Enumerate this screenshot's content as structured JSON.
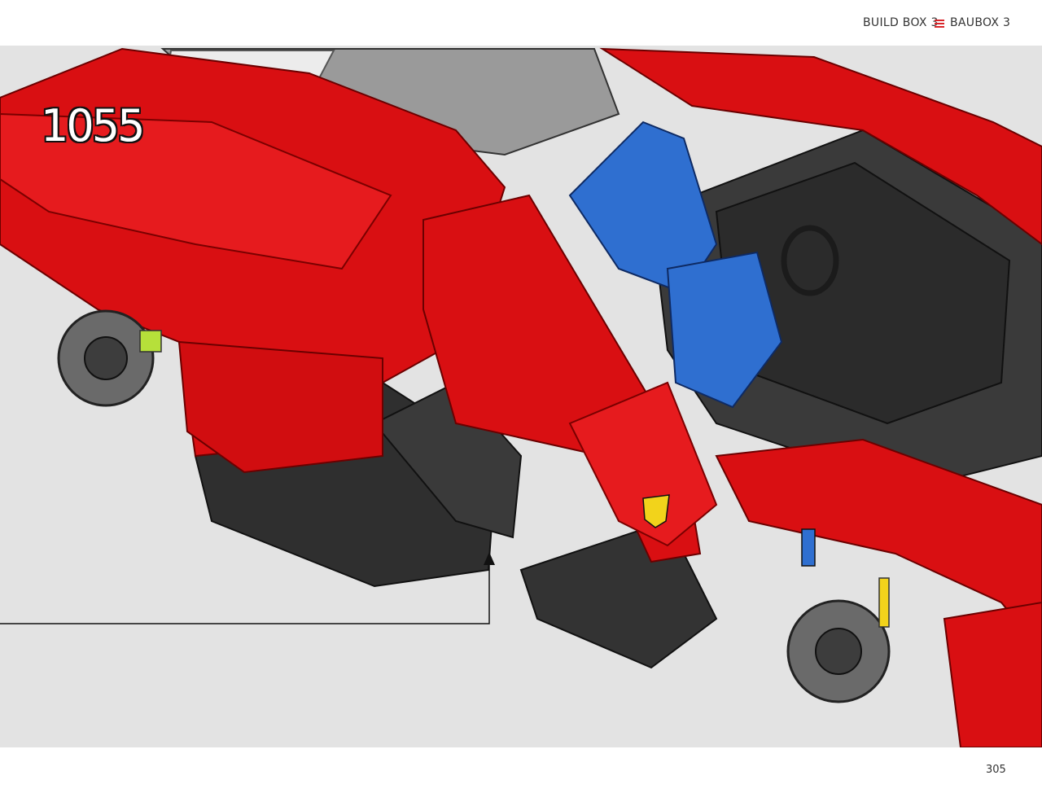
{
  "header": {
    "label_en": "BUILD BOX 3",
    "label_de": "BAUBOX 3",
    "separator_icon": "menu-lines-icon",
    "accent_color": "#d9252a"
  },
  "step": {
    "number": "1055"
  },
  "page": {
    "number": "305"
  },
  "model": {
    "description_colors": {
      "body": "#d90f12",
      "frame": "#333333",
      "seat": "#2f6fd0",
      "background": "#e3e3e3"
    }
  }
}
